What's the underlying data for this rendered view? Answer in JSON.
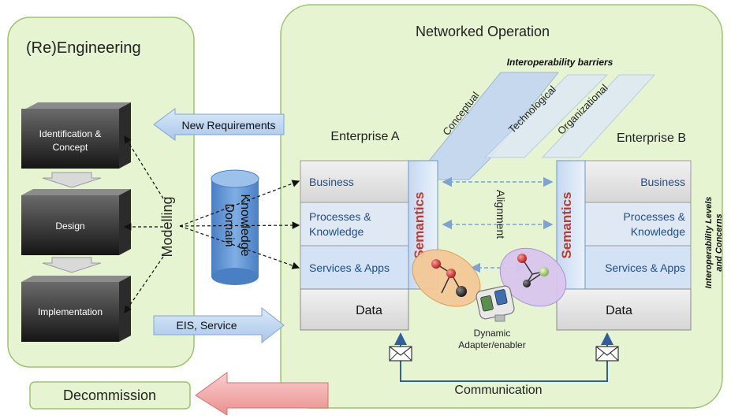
{
  "reengineering": {
    "title": "(Re)Engineering",
    "phases": [
      "Identification &",
      "Concept",
      "Design",
      "Implementation"
    ],
    "modelling": "Modelling"
  },
  "networked": {
    "title": "Networked Operation",
    "barriers_title": "Interoperability barriers",
    "barriers": [
      "Conceptual",
      "Technological",
      "Organizational"
    ],
    "enterprise_a": "Enterprise A",
    "enterprise_b": "Enterprise B",
    "layers": {
      "business": "Business",
      "processes_1": "Processes &",
      "processes_2": "Knowledge",
      "services": "Services & Apps",
      "data": "Data"
    },
    "semantics": "Semantics",
    "alignment": "Alignment",
    "adapter_1": "Dynamic",
    "adapter_2": "Adapter/enabler",
    "communication": "Communication",
    "levels_1": "Interoperability Levels",
    "levels_2": "and Concerns"
  },
  "domain_knowledge": [
    "Domain",
    "Knowledge"
  ],
  "arrows": {
    "new_requirements": "New Requirements",
    "eis_service": "EIS, Service"
  },
  "decommission": "Decommission",
  "colors": {
    "panel_fill": "#e6f4d2",
    "panel_stroke": "#9bc46b",
    "arrow_blue": "#c6dcf4",
    "arrow_pink": "#f2a9aa",
    "cylinder": "#5a8fcf"
  }
}
